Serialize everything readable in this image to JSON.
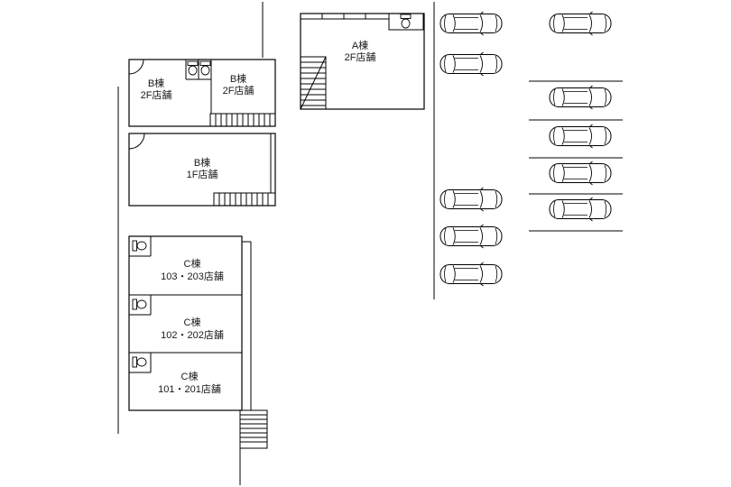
{
  "diagram": {
    "type": "site-floor-plan",
    "background_color": "#ffffff",
    "line_color": "#000000",
    "buildings": {
      "a": {
        "name_line1": "A棟",
        "name_line2": "2F店舗"
      },
      "b2f_left": {
        "name_line1": "B棟",
        "name_line2": "2F店舗"
      },
      "b2f_right": {
        "name_line1": "B棟",
        "name_line2": "2F店舗"
      },
      "b1f": {
        "name_line1": "B棟",
        "name_line2": "1F店舗"
      },
      "c_103_203": {
        "name_line1": "C棟",
        "name_line2": "103・203店舗"
      },
      "c_102_202": {
        "name_line1": "C棟",
        "name_line2": "102・202店舗"
      },
      "c_101_201": {
        "name_line1": "C棟",
        "name_line2": "101・201店舗"
      }
    },
    "parking": {
      "total_cars": 10,
      "left_column_cars": 5,
      "right_column_cars": 5
    }
  }
}
